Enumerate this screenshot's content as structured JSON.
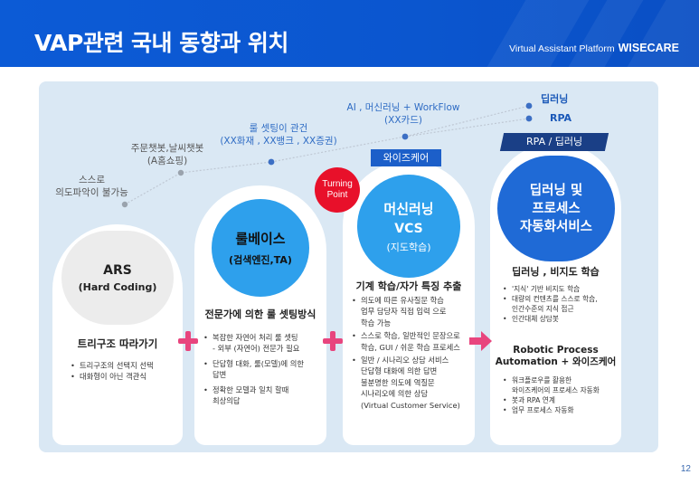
{
  "header": {
    "title": "VAP관련 국내 동향과 위치",
    "brand_prefix": "Virtual Assistant Platform",
    "brand_name": "WISECARE"
  },
  "timeline": {
    "stage1": [
      "스스로",
      "의도파악이 불가능"
    ],
    "stage2": [
      "주문챗봇,날씨챗봇",
      "(A홈쇼핑)"
    ],
    "stage3": [
      "룰 셋팅이 관건",
      "(XX화재 , XX뱅크 , XX증권)"
    ],
    "stage4": [
      "AI , 머신러닝 + WorkFlow",
      "(XX카드)"
    ],
    "top1": "딥러닝",
    "top2": "RPA"
  },
  "turning_point": [
    "Turning",
    "Point"
  ],
  "cards": [
    {
      "circle_title": "ARS",
      "circle_sub": "(Hard Coding)",
      "heading": "트리구조 따라가기",
      "bullets": [
        "트리구조의 선택지 선택",
        "대화형이 아닌 객관식"
      ]
    },
    {
      "circle_title": "룰베이스",
      "circle_sub": "(검색엔진,TA)",
      "heading": "전문가에 의한 룰 셋팅방식",
      "bullets": [
        [
          "복잡한 자연어 처리 룰 셋팅",
          "- 외부 (자연어) 전문가 필요"
        ],
        [
          "단답형 대화, 룰(모델)에 의한",
          "답변"
        ],
        [
          "정확한 모델과 일치 할때",
          "최상의답"
        ]
      ]
    },
    {
      "tag": "와이즈케어",
      "circle_title": "머신러닝",
      "circle_title2": "VCS",
      "circle_sub": "(지도학습)",
      "heading": "기계 학습/자가 특징 추출",
      "bullets": [
        [
          "의도에 따른 유사질문 학습",
          "업무 담당자 직접 입력 으로",
          "학습 가능"
        ],
        [
          "스스로 학습, 일반적인 문장으로",
          "학습, GUI / 쉬운 학습 프로세스"
        ],
        [
          "일반 / 시나리오 상담 서비스",
          "단답형 대화에 의한 답변",
          "불분명한 의도에 역질문",
          "시나리오에 의한 상담",
          "(Virtual Customer Service)"
        ]
      ]
    },
    {
      "tag": "RPA / 딥러닝",
      "circle_lines": [
        "딥러닝 및",
        "프로세스",
        "자동화서비스"
      ],
      "heading": "딥러닝 , 비지도 학습",
      "bullets": [
        "'지식' 기반 비지도 학습",
        [
          "대량의 컨텐츠를 스스로 학습,",
          "인간수준의 지식 접근"
        ],
        "인간대체 상담봇"
      ],
      "heading2": [
        "Robotic Process",
        "Automation + 와이즈케어"
      ],
      "bullets2": [
        [
          "워크플로우를 활용한",
          "와이즈케어의 프로세스 자동화"
        ],
        "봇과 RPA 연계",
        "업무 프로세스 자동화"
      ]
    }
  ],
  "page_number": "12",
  "colors": {
    "header_blue": "#0b56cf",
    "panel": "#dae8f4",
    "accent_blue": "#1f6ad6",
    "sky": "#2ea0ec",
    "grey_circle": "#ececec",
    "plus_pink": "#e8457e",
    "turning_red": "#e8102a"
  }
}
